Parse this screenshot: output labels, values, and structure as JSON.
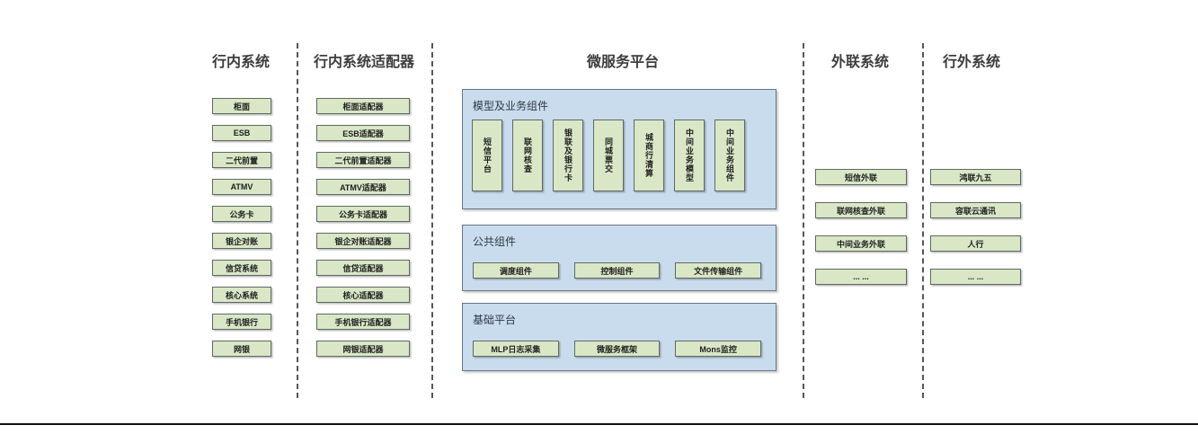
{
  "columns": {
    "internal": {
      "title": "行内系统",
      "items": [
        "柜面",
        "ESB",
        "二代前置",
        "ATMV",
        "公务卡",
        "银企对账",
        "信贷系统",
        "核心系统",
        "手机银行",
        "网银"
      ]
    },
    "adapters": {
      "title": "行内系统适配器",
      "items": [
        "柜面适配器",
        "ESB适配器",
        "二代前置适配器",
        "ATMV适配器",
        "公务卡适配器",
        "银企对账适配器",
        "信贷适配器",
        "核心适配器",
        "手机银行适配器",
        "网银适配器"
      ]
    },
    "outbound": {
      "title": "外联系统",
      "items": [
        "短信外联",
        "联网核查外联",
        "中间业务外联",
        "... ..."
      ]
    },
    "external": {
      "title": "行外系统",
      "items": [
        "鸿联九五",
        "容联云通讯",
        "人行",
        "... ..."
      ]
    }
  },
  "platform": {
    "title": "微服务平台",
    "groups": [
      {
        "label": "模型及业务组件",
        "items": [
          "短信平台",
          "联网核查",
          "银联及银行卡",
          "同城票交",
          "城商行清算",
          "中间业务模型",
          "中间业务组件"
        ]
      },
      {
        "label": "公共组件",
        "items": [
          "调度组件",
          "控制组件",
          "文件传输组件"
        ]
      },
      {
        "label": "基础平台",
        "items": [
          "MLP日志采集",
          "微服务框架",
          "Mons监控"
        ]
      }
    ]
  },
  "colors": {
    "box_fill": "#d9e7c6",
    "box_border": "#5f6862",
    "panel_fill": "#c9dcee",
    "panel_border": "#657585",
    "separator": "#565656",
    "bottom_rule": "#101010"
  }
}
